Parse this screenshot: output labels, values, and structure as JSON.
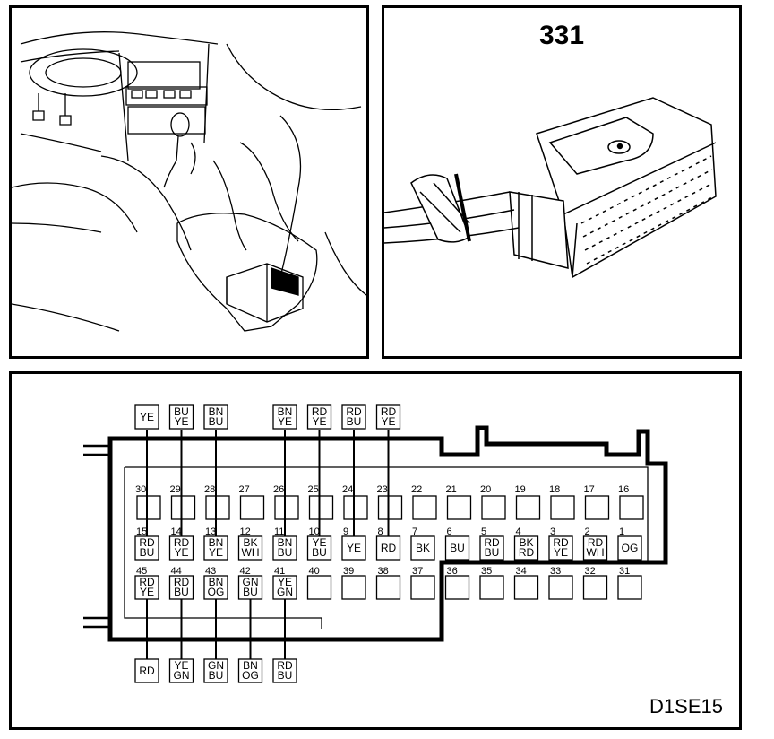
{
  "diagram_number": "331",
  "figure_code": "D1SE15",
  "connector": {
    "row_top": [
      30,
      29,
      28,
      27,
      26,
      25,
      24,
      23,
      22,
      21,
      20,
      19,
      18,
      17,
      16
    ],
    "row_middle": [
      {
        "pin": "15",
        "colors": [
          "RD",
          "BU"
        ]
      },
      {
        "pin": "14",
        "colors": [
          "RD",
          "YE"
        ]
      },
      {
        "pin": "13",
        "colors": [
          "BN",
          "YE"
        ]
      },
      {
        "pin": "12",
        "colors": [
          "BK",
          "WH"
        ]
      },
      {
        "pin": "11",
        "colors": [
          "BN",
          "BU"
        ]
      },
      {
        "pin": "10",
        "colors": [
          "YE",
          "BU"
        ]
      },
      {
        "pin": "9",
        "colors": [
          "YE"
        ]
      },
      {
        "pin": "8",
        "colors": [
          "RD"
        ]
      },
      {
        "pin": "7",
        "colors": [
          "BK"
        ]
      },
      {
        "pin": "6",
        "colors": [
          "BU"
        ]
      },
      {
        "pin": "5",
        "colors": [
          "RD",
          "BU"
        ]
      },
      {
        "pin": "4",
        "colors": [
          "BK",
          "RD"
        ]
      },
      {
        "pin": "3",
        "colors": [
          "RD",
          "YE"
        ]
      },
      {
        "pin": "2",
        "colors": [
          "RD",
          "WH"
        ]
      },
      {
        "pin": "1",
        "colors": [
          "OG"
        ]
      }
    ],
    "row_bottom": [
      {
        "pin": "45",
        "colors": [
          "RD",
          "YE"
        ]
      },
      {
        "pin": "44",
        "colors": [
          "RD",
          "BU"
        ]
      },
      {
        "pin": "43",
        "colors": [
          "BN",
          "OG"
        ]
      },
      {
        "pin": "42",
        "colors": [
          "GN",
          "BU"
        ]
      },
      {
        "pin": "41",
        "colors": [
          "YE",
          "GN"
        ]
      },
      {
        "pin": "40",
        "colors": []
      },
      {
        "pin": "39",
        "colors": []
      },
      {
        "pin": "38",
        "colors": []
      },
      {
        "pin": "37",
        "colors": []
      },
      {
        "pin": "36",
        "colors": []
      },
      {
        "pin": "35",
        "colors": []
      },
      {
        "pin": "34",
        "colors": []
      },
      {
        "pin": "33",
        "colors": []
      },
      {
        "pin": "32",
        "colors": []
      },
      {
        "pin": "31",
        "colors": []
      }
    ],
    "top_wires": [
      {
        "pin": "15",
        "colors": [
          "YE"
        ]
      },
      {
        "pin": "14",
        "colors": [
          "BU",
          "YE"
        ]
      },
      {
        "pin": "13",
        "colors": [
          "BN",
          "BU"
        ]
      },
      {
        "pin": "11",
        "colors": [
          "BN",
          "YE"
        ]
      },
      {
        "pin": "10",
        "colors": [
          "RD",
          "YE"
        ]
      },
      {
        "pin": "9",
        "colors": [
          "RD",
          "BU"
        ]
      },
      {
        "pin": "8",
        "colors": [
          "RD",
          "YE"
        ]
      }
    ],
    "bottom_wires": [
      {
        "pin": "45",
        "colors": [
          "RD"
        ]
      },
      {
        "pin": "44",
        "colors": [
          "YE",
          "GN"
        ]
      },
      {
        "pin": "43",
        "colors": [
          "GN",
          "BU"
        ]
      },
      {
        "pin": "42",
        "colors": [
          "BN",
          "OG"
        ]
      },
      {
        "pin": "41",
        "colors": [
          "RD",
          "BU"
        ]
      }
    ]
  }
}
